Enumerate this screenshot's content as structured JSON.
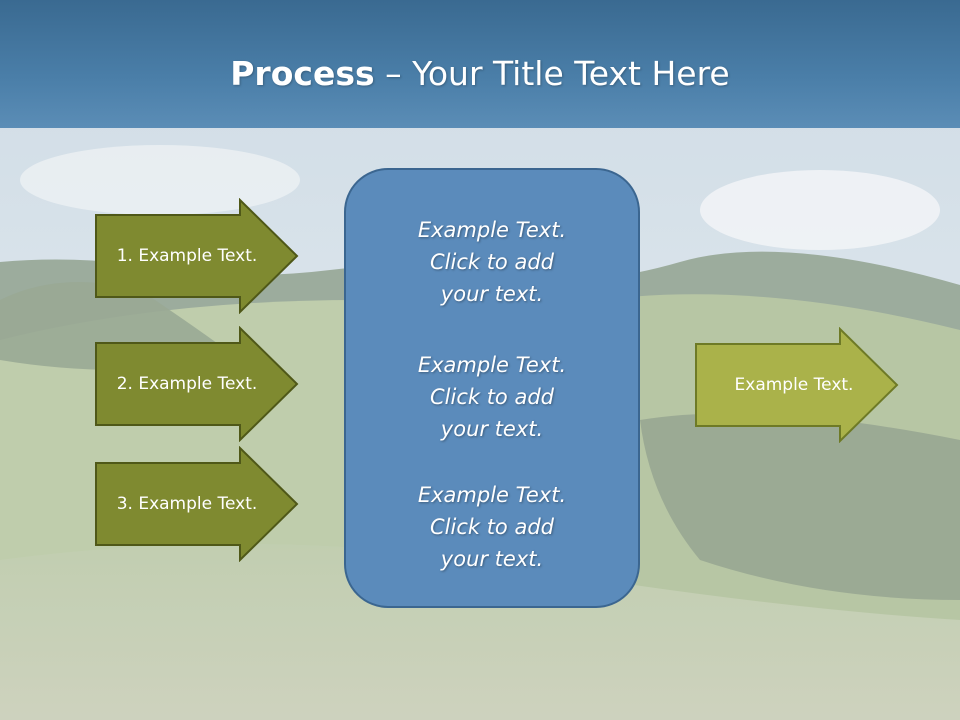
{
  "slide": {
    "title_bold": "Process",
    "title_rest": " – Your Title Text Here"
  },
  "steps": [
    {
      "label": "1. Example Text."
    },
    {
      "label": "2. Example Text."
    },
    {
      "label": "3. Example Text."
    }
  ],
  "center_box": {
    "paragraphs": [
      {
        "line1": "Example Text.",
        "line2": "Click  to add",
        "line3": "your text."
      },
      {
        "line1": "Example Text.",
        "line2": "Click  to add",
        "line3": "your text."
      },
      {
        "line1": "Example Text.",
        "line2": "Click  to add",
        "line3": "your text."
      }
    ]
  },
  "result": {
    "label": "Example Text."
  },
  "colors": {
    "title_bar": "#4a7ea8",
    "step_arrow_fill": "#7f8a30",
    "step_arrow_border": "#4f5818",
    "result_arrow_fill": "#aab24a",
    "result_arrow_border": "#6e7a26",
    "center_box_fill": "#5b8bbb",
    "center_box_border": "#3b6690"
  }
}
